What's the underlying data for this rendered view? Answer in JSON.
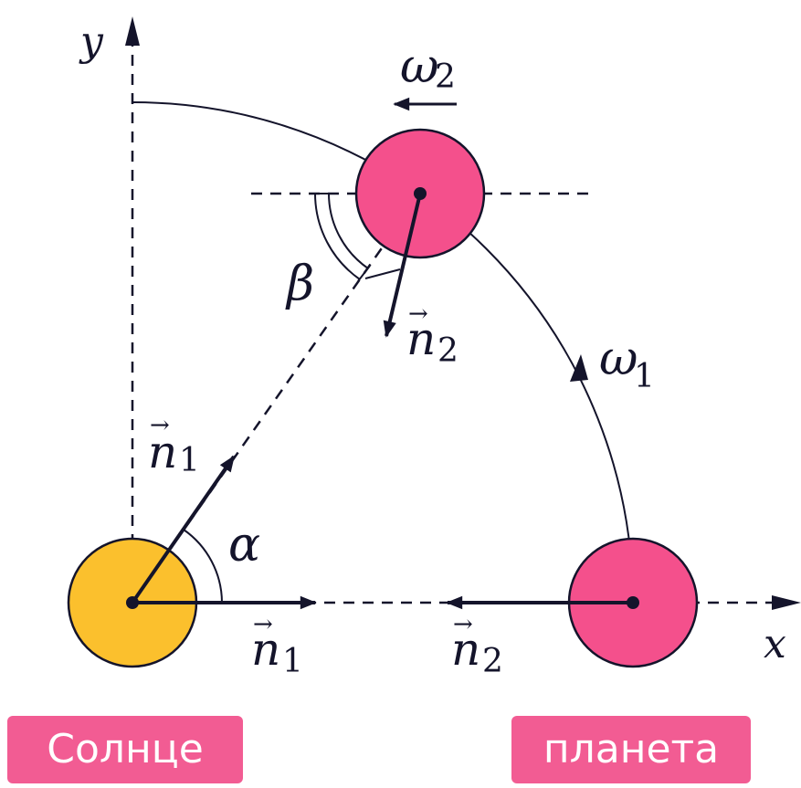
{
  "colors": {
    "ink": "#14142b",
    "sun": "#fbc02d",
    "planet": "#f4508c",
    "badge": "#f25c93",
    "badge_text": "#ffffff"
  },
  "axes": {
    "x": "x",
    "y": "y"
  },
  "symbols": {
    "omega": "ω",
    "n": "n",
    "alpha": "α",
    "beta": "β",
    "sub1": "1",
    "sub2": "2",
    "vec": "→"
  },
  "labels": {
    "sun": "Солнце",
    "planet": "планета"
  }
}
